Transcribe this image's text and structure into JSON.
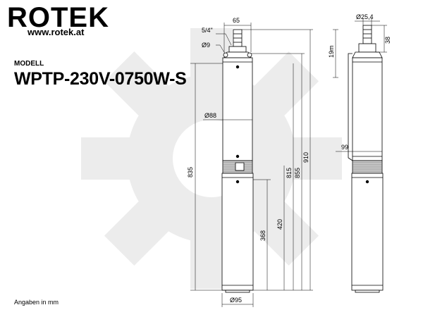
{
  "brand": {
    "logo_text": "ROTEK",
    "website": "www.rotek.at"
  },
  "product": {
    "label": "MODELL",
    "model": "WPTP-230V-0750W-S"
  },
  "footnote": "Angaben in mm",
  "dimensions": {
    "width_top": "65",
    "thread": "5/4\"",
    "d_hole": "Ø9",
    "d_motor": "Ø88",
    "d_body": "Ø95",
    "d_outlet": "Ø25,4",
    "h_total": "910",
    "h_855": "855",
    "h_815": "815",
    "h_835": "835",
    "h_420": "420",
    "h_368": "368",
    "h_cable": "19m",
    "h_outlet": "38",
    "w_cable": "99"
  },
  "colors": {
    "line": "#000000",
    "watermark": "#ececec",
    "body": "#ffffff"
  }
}
